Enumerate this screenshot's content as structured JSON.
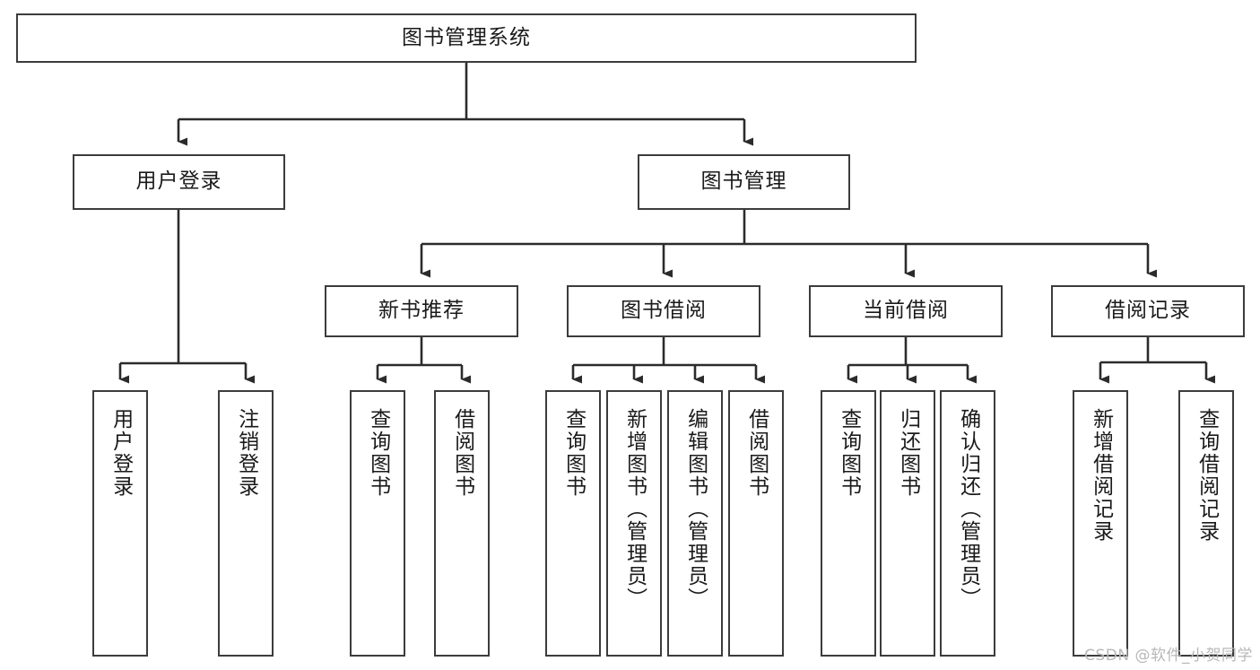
{
  "diagram": {
    "type": "tree-hierarchy-chart",
    "title_text": "图书管理系统",
    "theme": {
      "background": "#ffffff",
      "box_border": "#3c3c3c",
      "box_fill": "#ffffff",
      "connector": "#2b2b2b",
      "text": "#1a1a1a",
      "watermark": "#b8b8b8"
    },
    "levels": {
      "root": {
        "label": "图书管理系统"
      },
      "level2": [
        {
          "label": "用户登录"
        },
        {
          "label": "图书管理"
        }
      ],
      "level3": [
        {
          "label": "新书推荐"
        },
        {
          "label": "图书借阅"
        },
        {
          "label": "当前借阅"
        },
        {
          "label": "借阅记录"
        }
      ],
      "leaves": {
        "user_login": [
          {
            "label": "用户登录"
          },
          {
            "label": "注销登录"
          }
        ],
        "new_book_recommend": [
          {
            "label": "查询图书"
          },
          {
            "label": "借阅图书"
          }
        ],
        "book_borrow": [
          {
            "label": "查询图书"
          },
          {
            "label": "新增图书（管理员）"
          },
          {
            "label": "编辑图书（管理员）"
          },
          {
            "label": "借阅图书"
          }
        ],
        "current_borrow": [
          {
            "label": "查询图书"
          },
          {
            "label": "归还图书"
          },
          {
            "label": "确认归还（管理员）"
          }
        ],
        "borrow_record": [
          {
            "label": "新增借阅记录"
          },
          {
            "label": "查询借阅记录"
          }
        ]
      }
    },
    "watermark": "CSDN @软件_小贺同学"
  }
}
